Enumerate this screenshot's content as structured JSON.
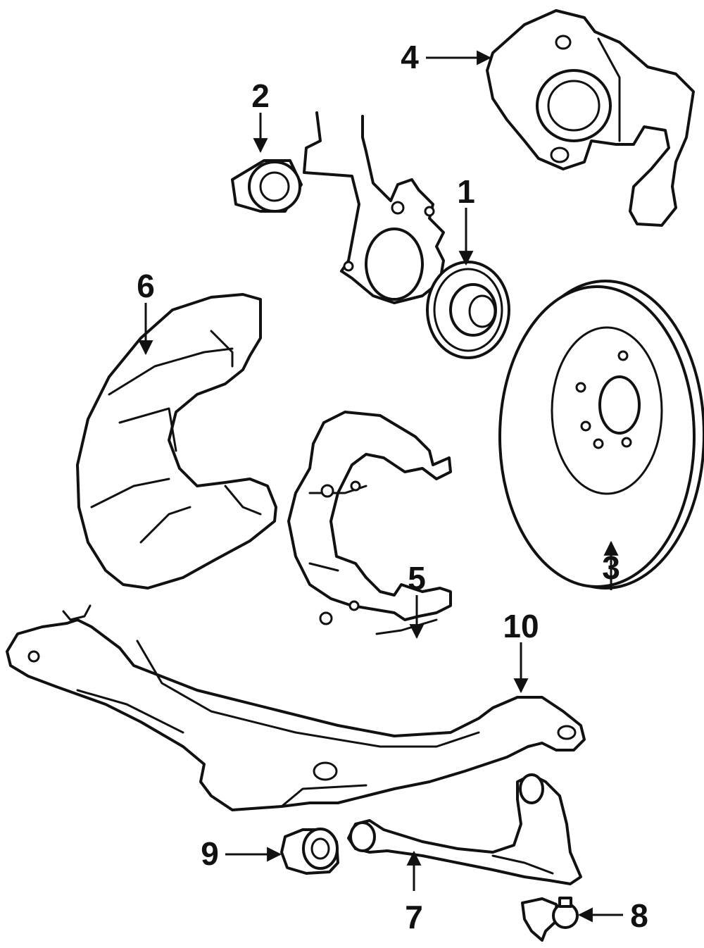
{
  "callouts": [
    {
      "id": "1",
      "label": "1"
    },
    {
      "id": "2",
      "label": "2"
    },
    {
      "id": "3",
      "label": "3"
    },
    {
      "id": "4",
      "label": "4"
    },
    {
      "id": "5",
      "label": "5"
    },
    {
      "id": "6",
      "label": "6"
    },
    {
      "id": "7",
      "label": "7"
    },
    {
      "id": "8",
      "label": "8"
    },
    {
      "id": "9",
      "label": "9"
    },
    {
      "id": "10",
      "label": "10"
    }
  ],
  "colors": {
    "line": "#111111",
    "background": "#ffffff"
  }
}
